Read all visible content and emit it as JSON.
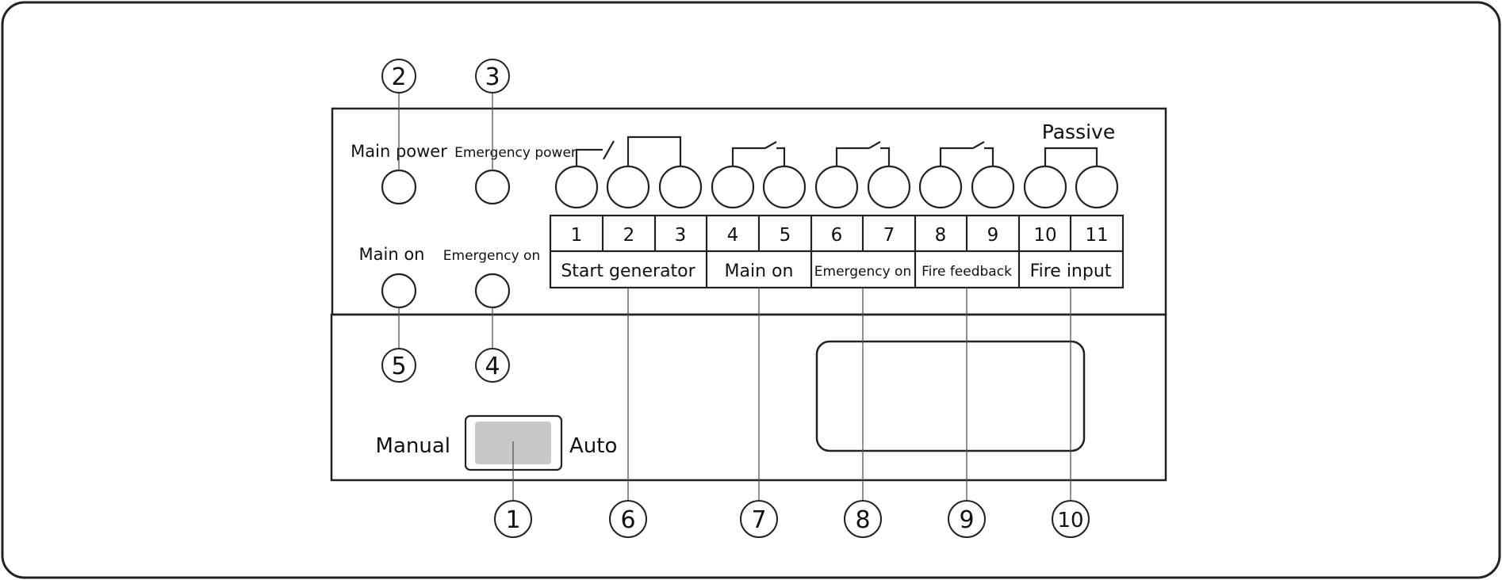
{
  "indicators": {
    "main_power": "Main power",
    "emergency_power": "Emergency power",
    "main_on": "Main on",
    "emergency_on": "Emergency on"
  },
  "passive_label": "Passive",
  "terminals": [
    "1",
    "2",
    "3",
    "4",
    "5",
    "6",
    "7",
    "8",
    "9",
    "10",
    "11"
  ],
  "terminal_groups": [
    "Start generator",
    "Main on",
    "Emergency on",
    "Fire feedback",
    "Fire input"
  ],
  "switch": {
    "left_label": "Manual",
    "right_label": "Auto"
  },
  "callouts": [
    "1",
    "2",
    "3",
    "4",
    "5",
    "6",
    "7",
    "8",
    "9",
    "10"
  ]
}
